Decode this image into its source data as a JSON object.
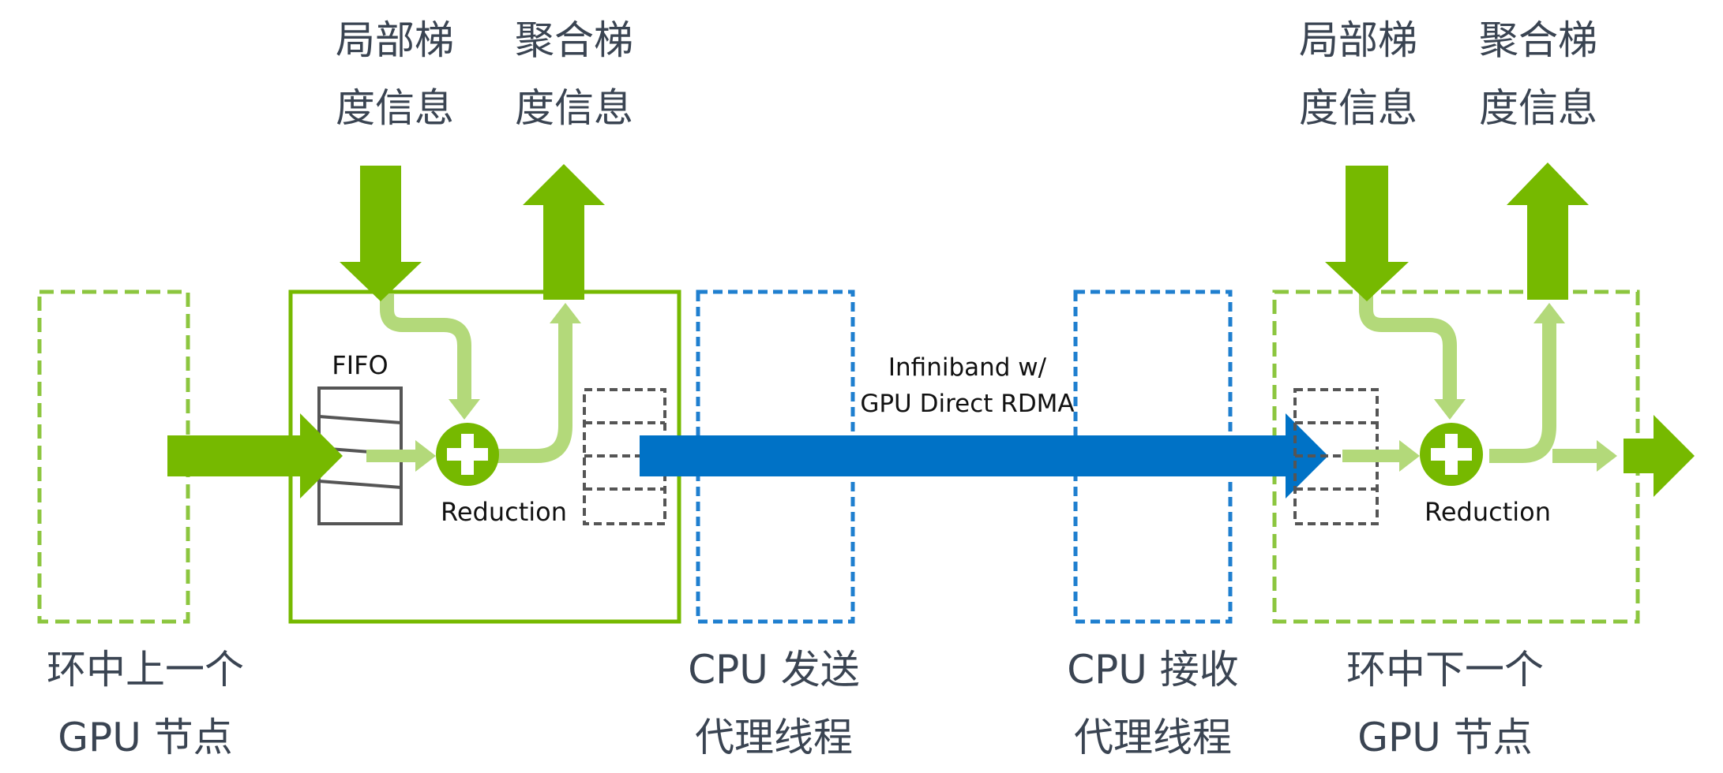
{
  "captions": {
    "left_local_l1": "局部梯",
    "left_local_l2": "度信息",
    "left_agg_l1": "聚合梯",
    "left_agg_l2": "度信息",
    "right_local_l1": "局部梯",
    "right_local_l2": "度信息",
    "right_agg_l1": "聚合梯",
    "right_agg_l2": "度信息",
    "prev_gpu_l1": "环中上一个",
    "prev_gpu_l2": "GPU 节点",
    "cpu_send_l1": "CPU 发送",
    "cpu_send_l2": "代理线程",
    "cpu_recv_l1": "CPU 接收",
    "cpu_recv_l2": "代理线程",
    "next_gpu_l1": "环中下一个",
    "next_gpu_l2": "GPU 节点"
  },
  "labels": {
    "fifo": "FIFO",
    "reduction_left": "Reduction",
    "reduction_right": "Reduction",
    "network_l1": "Infiniband w/",
    "network_l2": "GPU Direct RDMA"
  },
  "icons": {
    "plus": "plus-icon"
  },
  "colors": {
    "green": "#76b900",
    "light_green": "#b3d97a",
    "blue": "#0072c6",
    "blue_dashed": "#1f7fcf",
    "gray": "#555555",
    "caption": "#3a4452"
  }
}
